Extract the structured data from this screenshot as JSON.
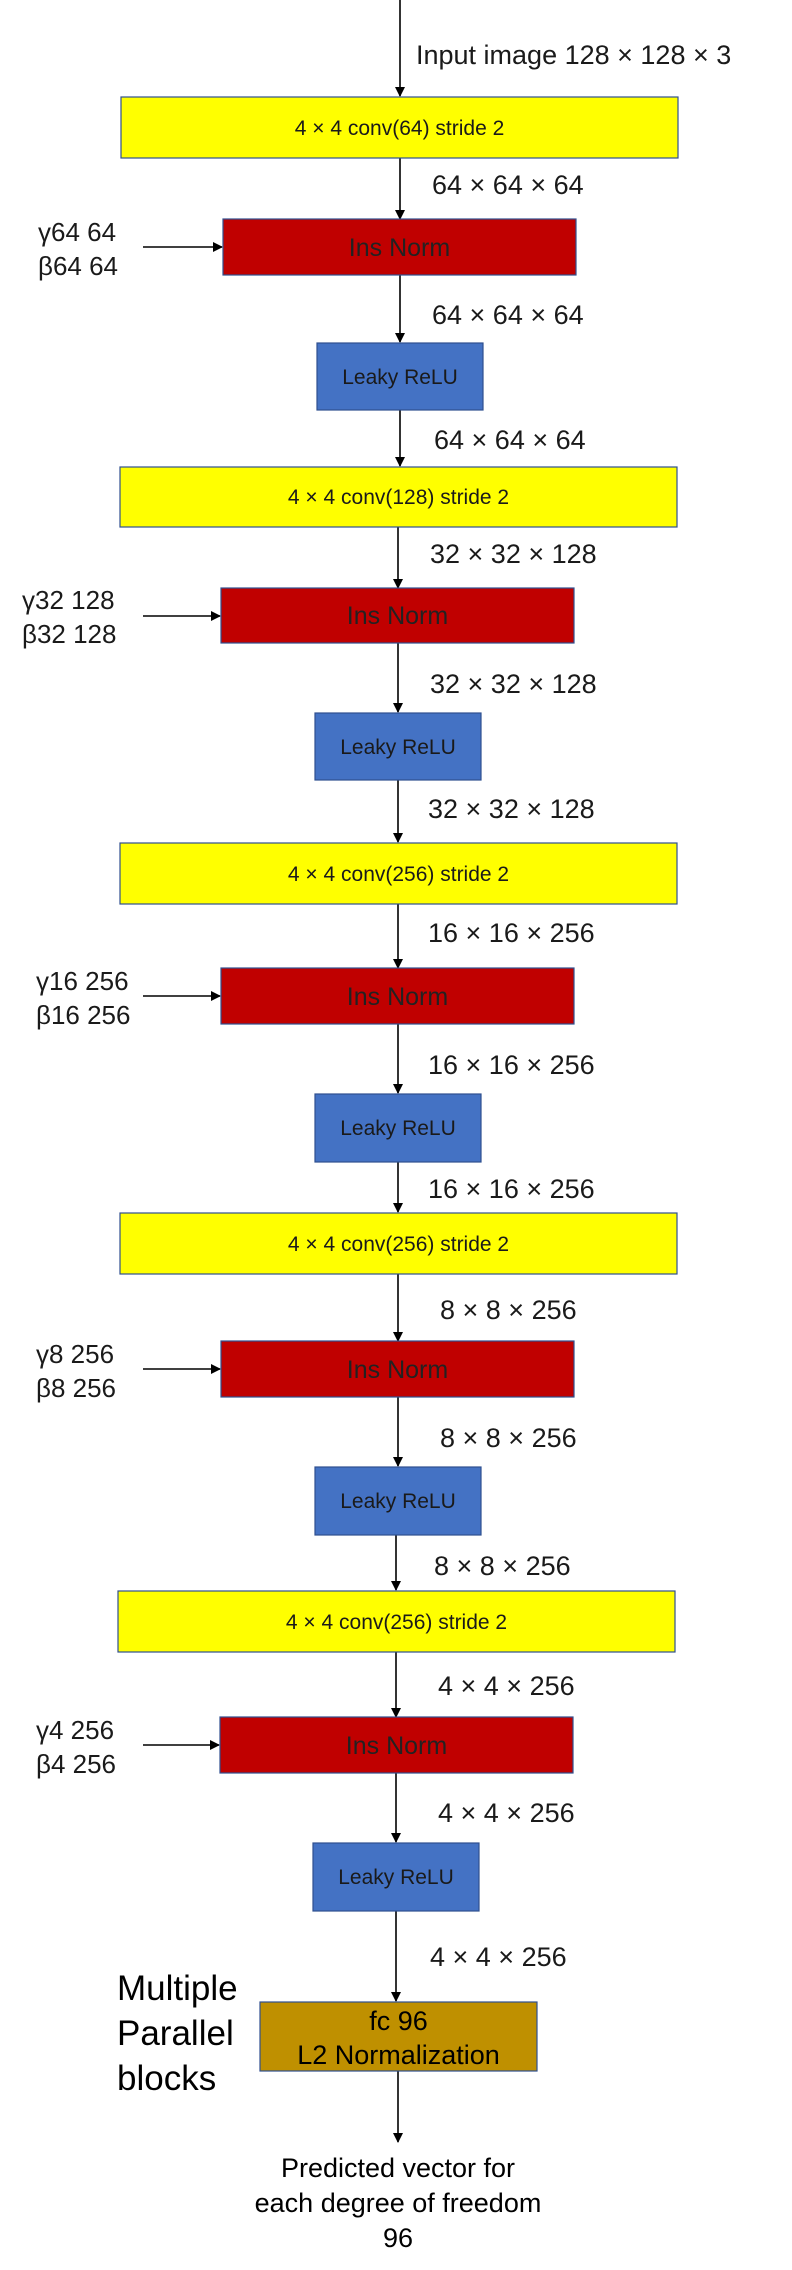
{
  "input_label": "Input image   128 × 128 × 3",
  "conv_blocks": [
    "4 × 4 conv(64) stride 2",
    "4 × 4 conv(128) stride 2",
    "4 × 4 conv(256) stride 2",
    "4 × 4 conv(256) stride 2",
    "4 × 4 conv(256) stride 2"
  ],
  "ins_norm_label": "Ins Norm",
  "leaky_relu_label": "Leaky ReLU",
  "shape_labels": [
    "64 × 64 × 64",
    "64 × 64 × 64",
    "64 × 64 × 64",
    "32 × 32 × 128",
    "32 × 32 × 128",
    "32 × 32 × 128",
    "16 × 16 × 256",
    "16 × 16 × 256",
    "16 × 16 × 256",
    "8 × 8 × 256",
    "8 × 8 × 256",
    "8 × 8 × 256",
    "4 × 4 × 256",
    "4 × 4 × 256",
    "4 × 4 × 256"
  ],
  "norm_params": [
    {
      "gamma": "γ64  64",
      "beta": "β64  64"
    },
    {
      "gamma": "γ32  128",
      "beta": "β32  128"
    },
    {
      "gamma": "γ16  256",
      "beta": "β16  256"
    },
    {
      "gamma": "γ8  256",
      "beta": "β8  256"
    },
    {
      "gamma": "γ4  256",
      "beta": "β4  256"
    }
  ],
  "fc_block": {
    "line1": "fc 96",
    "line2": "L2 Normalization"
  },
  "side_note": [
    "Multiple",
    "Parallel",
    "blocks"
  ],
  "output_label": [
    "Predicted vector for",
    "each degree of freedom",
    "96"
  ],
  "colors": {
    "conv": "#ffff00",
    "norm": "#c00000",
    "relu": "#4472c4",
    "fc": "#bf9000",
    "border": "#2f4f8f"
  }
}
